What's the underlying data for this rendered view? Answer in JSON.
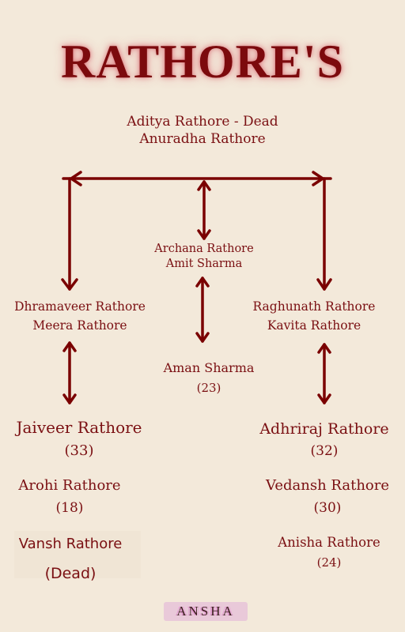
{
  "title": "RATHORE'S",
  "root": {
    "line1": "Aditya Rathore - Dead",
    "line2": "Anuradha Rathore"
  },
  "middle": {
    "line1": "Archana Rathore",
    "line2": "Amit Sharma"
  },
  "left": {
    "line1": "Dhramaveer Rathore",
    "line2": "Meera Rathore"
  },
  "right": {
    "line1": "Raghunath Rathore",
    "line2": "Kavita Rathore"
  },
  "aman": {
    "name": "Aman Sharma",
    "age": "(23)"
  },
  "left_children": [
    {
      "name": "Jaiveer Rathore",
      "age": "(33)"
    },
    {
      "name": "Arohi Rathore",
      "age": "(18)"
    },
    {
      "name": "Vansh Rathore",
      "age": "(Dead)"
    }
  ],
  "right_children": [
    {
      "name": "Adhriraj Rathore",
      "age": "(32)"
    },
    {
      "name": "Vedansh Rathore",
      "age": "(30)"
    },
    {
      "name": "Anisha Rathore",
      "age": "(24)"
    }
  ],
  "watermark": "ANSHA",
  "colors": {
    "background": "#f3e9da",
    "accent": "#7a0f12",
    "arrow": "#7a0000"
  }
}
